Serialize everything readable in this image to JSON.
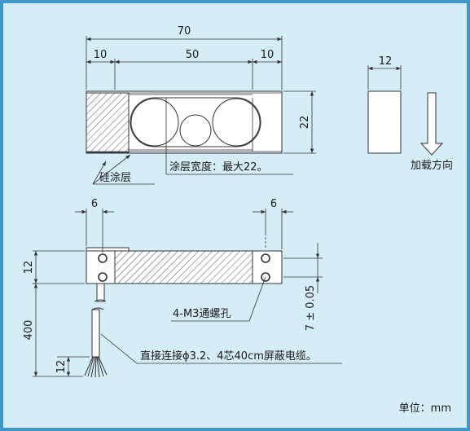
{
  "dimensions": {
    "total_length": "70",
    "left_gap": "10",
    "center_length": "50",
    "right_gap": "10",
    "height": "22",
    "side_width": "12",
    "hole_offset_left": "6",
    "hole_offset_right": "6",
    "bottom_height": "12",
    "cable_length": "400",
    "cable_strip": "12",
    "hole_spacing": "7 ± 0.05"
  },
  "labels": {
    "coating_width": "涂层宽度：最大22。",
    "silicone_coating": "硅涂层",
    "load_direction": "加载方向",
    "holes": "4-M3通螺孔",
    "cable": "直接连接ϕ3.2、4芯40cm屏蔽电缆。",
    "unit": "单位：mm"
  },
  "colors": {
    "frame_border": "#3f98c8",
    "background": "#d5edf6"
  }
}
